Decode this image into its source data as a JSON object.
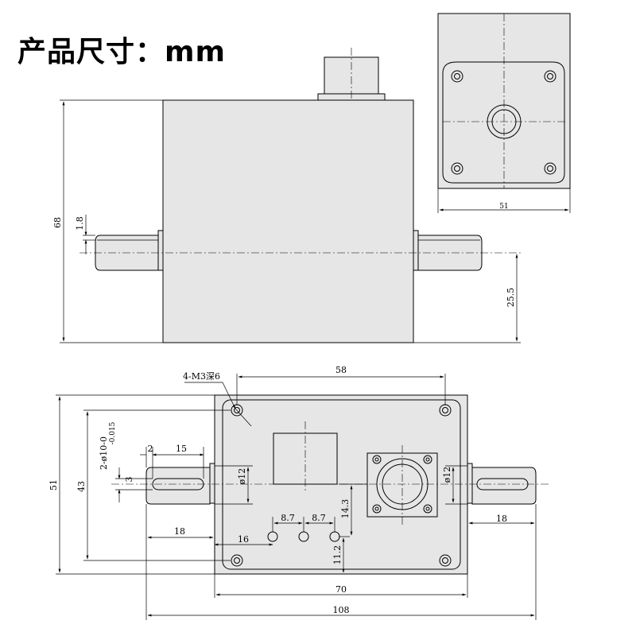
{
  "title": "产品尺寸：mm",
  "dims": {
    "total_height": "68",
    "shaft_offset": "1.8",
    "shaft_center_height": "25.5",
    "end_width": "51",
    "mount_label": "4-M3深6",
    "hole_spacing": "58",
    "bottom_width": "51",
    "hole_span": "43",
    "shaft_tol_main": "2-ø10-0",
    "shaft_tol_sub": "-0.015",
    "key_small": "2",
    "key_length": "15",
    "key_width": "3",
    "shaft_dia_left": "ø12",
    "shaft_dia_right": "ø12",
    "led_pitch_1": "8.7",
    "led_pitch_2": "8.7",
    "conn_height": "14.3",
    "led_x": "16",
    "led_y": "11.2",
    "shaft_len_left": "18",
    "shaft_len_right": "18",
    "body_length": "70",
    "total_length": "108"
  }
}
